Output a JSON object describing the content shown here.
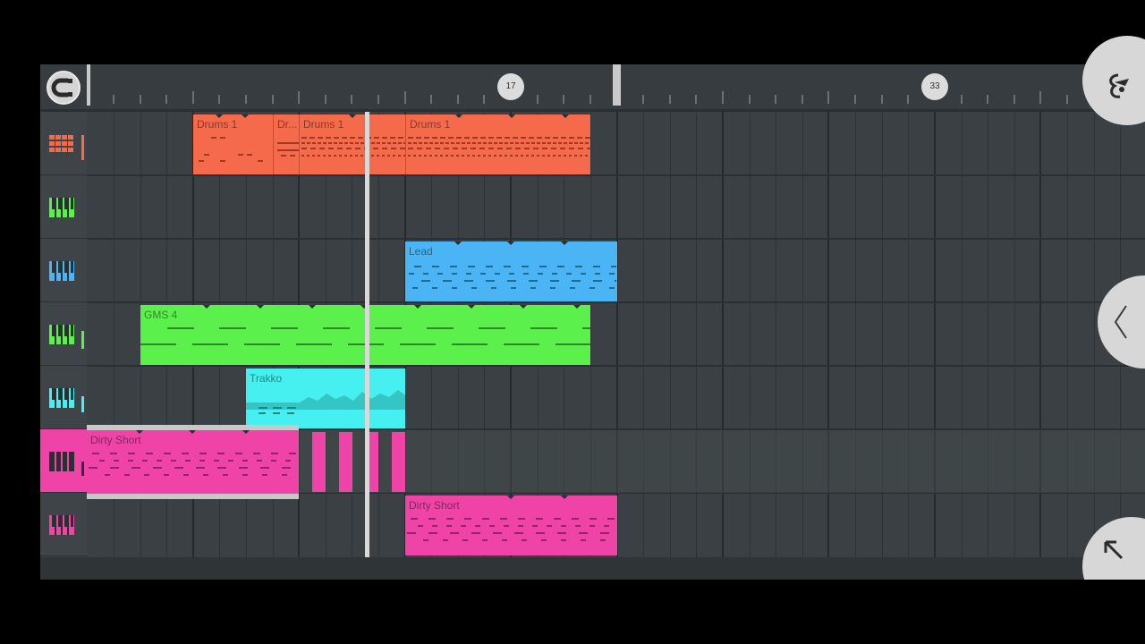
{
  "ruler": {
    "marker_17": "17",
    "marker_33": "33"
  },
  "tracks": [
    {
      "color": "#f46a4a",
      "icon": "drum-pad-icon"
    },
    {
      "color": "#5cf04c",
      "icon": "piano-keys-icon"
    },
    {
      "color": "#4ab4f4",
      "icon": "piano-keys-icon"
    },
    {
      "color": "#5cf04c",
      "icon": "piano-keys-icon"
    },
    {
      "color": "#46f0f0",
      "icon": "piano-keys-icon"
    },
    {
      "color": "#f043a8",
      "icon": "piano-keys-icon"
    },
    {
      "color": "#f043a8",
      "icon": "piano-keys-icon"
    }
  ],
  "clips": {
    "drums_a": "Drums 1",
    "drums_b": "Dr...",
    "drums_c": "Drums 1",
    "drums_d": "Drums 1",
    "lead": "Lead",
    "gms": "GMS 4",
    "trakko": "Trakko",
    "dirty_a": "Dirty Short",
    "dirty_b": "Dirty Short"
  },
  "colors": {
    "drums": "#f46a4a",
    "lead": "#4ab4f4",
    "gms": "#5cf04c",
    "trakko": "#46f0f0",
    "dirty": "#f043a8",
    "background": "#3a4043",
    "selection": "#c8c8c8"
  },
  "icons": {
    "magnet": "magnet-snap-icon",
    "fl_logo": "fruit-logo-icon",
    "collapse": "chevron-left-icon",
    "expand": "arrow-up-left-icon"
  }
}
